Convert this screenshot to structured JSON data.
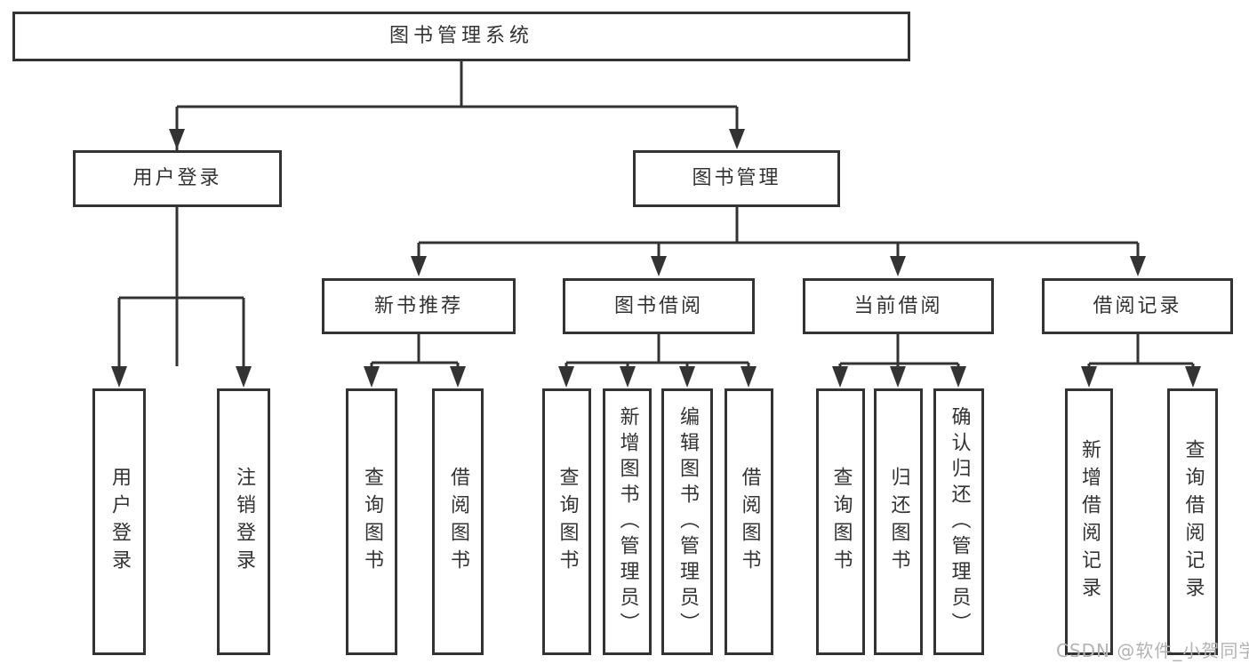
{
  "title": "图书管理系统",
  "tree": {
    "root": "图书管理系统",
    "user_login": {
      "label": "用户登录",
      "children": [
        "用户登录",
        "注销登录"
      ]
    },
    "book_mgmt": {
      "label": "图书管理",
      "sections": {
        "new_book_rec": {
          "label": "新书推荐",
          "children": [
            "查询图书",
            "借阅图书"
          ]
        },
        "book_borrow": {
          "label": "图书借阅",
          "children": [
            "查询图书",
            "新增图书（管理员）",
            "编辑图书（管理员）",
            "借阅图书"
          ]
        },
        "current_borrow": {
          "label": "当前借阅",
          "children": [
            "查询图书",
            "归还图书",
            "确认归还（管理员）"
          ]
        },
        "borrow_records": {
          "label": "借阅记录",
          "children": [
            "新增借阅记录",
            "查询借阅记录"
          ]
        }
      }
    }
  },
  "watermark": {
    "text": "CSDN @软件_小贺同学"
  },
  "colors": {
    "line": "#333333",
    "text": "#333333",
    "box_fill": "#ffffff",
    "watermark": "#b3b3b3"
  }
}
